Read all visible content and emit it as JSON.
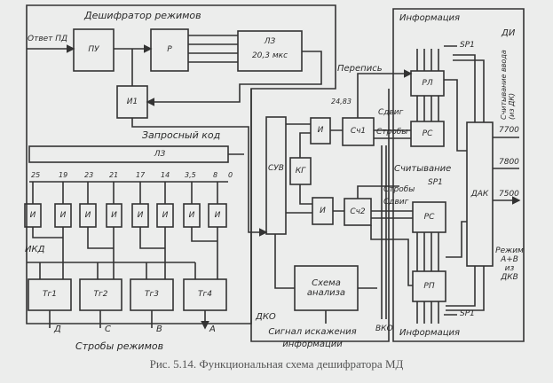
{
  "title": "Дешифратор режимов",
  "input_label": "Ответ ПД",
  "blocks": {
    "pu": "ПУ",
    "r": "Р",
    "lz_delay": "ЛЗ",
    "lz_delay_time": "20,3 мкс",
    "i1": "И1",
    "lz_long": "ЛЗ",
    "suv": "СУВ",
    "kg": "КГ",
    "and_top": "И",
    "and_bottom": "И",
    "sch1": "Сч1",
    "sch2": "Сч2",
    "rl": "РЛ",
    "rs_top": "РС",
    "dak": "ДАК",
    "rs_bottom": "РС",
    "rp": "РП",
    "analysis": "Схема анализа"
  },
  "and_gates": [
    "И",
    "И",
    "И",
    "И",
    "И",
    "И",
    "И",
    "И"
  ],
  "tap_labels": [
    "25",
    "19",
    "23",
    "21",
    "17",
    "14",
    "3,5",
    "8",
    "0"
  ],
  "triggers": [
    "Тг1",
    "Тг2",
    "Тг3",
    "Тг4"
  ],
  "trigger_outputs": [
    "Д",
    "С",
    "В",
    "А"
  ],
  "labels": {
    "request_code": "Запросный код",
    "ikd": "ИКД",
    "mode_strobes": "Стробы режимов",
    "copy": "Перепись",
    "t2483": "24,83",
    "shift_top": "Сдвиг",
    "strobes_top": "Стробы",
    "reading": "Считывание",
    "sp1_mid": "SP1",
    "strobes_bottom": "Стробы",
    "shift_bottom": "Сдвиг",
    "info_top": "Информация",
    "sp1_top": "SP1",
    "di": "ДИ",
    "read_input": "Считывание ввода (из ДК)",
    "out_7700": "7700",
    "out_7800": "7800",
    "out_7500": "7500",
    "mode_ab": "Режим А+В из ДКВ",
    "sp1_bottom": "SP1",
    "info_bottom": "Информация",
    "vko": "ВКО",
    "dko": "ДКО",
    "distortion": "Сигнал искажения информации"
  },
  "caption": "Рис. 5.14. Функциональная схема дешифратора МД"
}
